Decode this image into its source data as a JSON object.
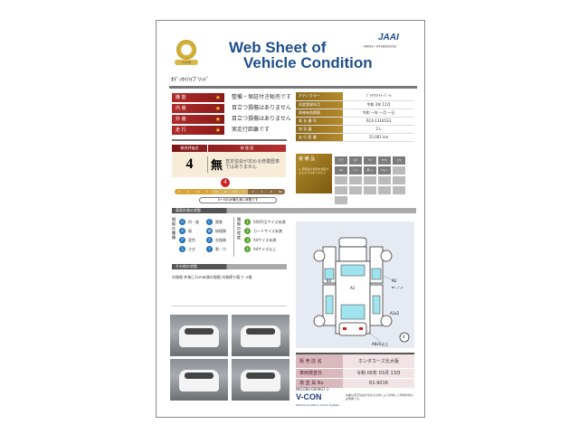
{
  "header": {
    "title_line1": "Web Sheet of",
    "title_line2": "Vehicle Condition",
    "logo_text": "V-CON",
    "jaai_logo": "JAAI",
    "jaai_sub": "一般財団法人 日本自動車査定協会"
  },
  "vehicle_name": "ｵﾃﾞｯｾｲﾊｲﾌﾞﾘｯﾄﾞ",
  "ratings": [
    {
      "label": "機 能",
      "text": "整備・保証付き販売です"
    },
    {
      "label": "内 装",
      "text": "目立つ損傷はありません"
    },
    {
      "label": "外 装",
      "text": "目立つ損傷はありません"
    },
    {
      "label": "走 行",
      "text": "実走行距離です"
    }
  ],
  "specs": [
    {
      "key": "ボディカラー",
      "value": "ﾌﾟﾗﾁﾅﾎﾜｲﾄ･ﾊﾟｰﾙ"
    },
    {
      "key": "初度登録年月",
      "value": "令和 3年 11月"
    },
    {
      "key": "車検有効期限",
      "value": "令和 一年 一月 一日"
    },
    {
      "key": "車 台 番 号",
      "value": "RC4-1316533"
    },
    {
      "key": "排 気 量",
      "value": "2 L"
    },
    {
      "key": "走 行 距 離",
      "value": "15,081 km"
    }
  ],
  "score": {
    "header_total": "総合評価点",
    "header_repair": "修 復 歴",
    "total": "4",
    "repair": "無",
    "repair_text": "査定協会が定める修復歴車ではありません",
    "scale": [
      "S",
      "6",
      "5.5",
      "5",
      "4.5",
      "4",
      "3.5",
      "3",
      "2",
      "1",
      "R",
      "RA"
    ],
    "selected": "4",
    "note": "S～3(S)が最も良い状態です"
  },
  "equipment": {
    "title": "装 備 品",
    "note": "※ 装備品の状態を保証するものではありません",
    "items": [
      "ナビ",
      "ｶﾒﾗ",
      "TV",
      "ETC",
      "ｴｱﾛ",
      "ｱﾙﾐ",
      "ﾊﾟﾜｰ",
      "革ｼｰﾄ",
      "ｻﾝﾙｰﾌ"
    ]
  },
  "damage_key": {
    "title": "車両外装の状態",
    "type_label": "損傷の種類",
    "size_label": "損傷の程度",
    "types": [
      {
        "code": "U",
        "label": "凹・曲"
      },
      {
        "code": "C",
        "label": "腐食"
      },
      {
        "code": "A",
        "label": "傷"
      },
      {
        "code": "W",
        "label": "修理跡"
      },
      {
        "code": "P",
        "label": "変色"
      },
      {
        "code": "X",
        "label": "交換跡"
      },
      {
        "code": "S",
        "label": "さび"
      },
      {
        "code": "Y",
        "label": "割・穴"
      }
    ],
    "sizes": [
      {
        "code": "1",
        "label": "500円玉サイズ未満"
      },
      {
        "code": "2",
        "label": "カードサイズ未満"
      },
      {
        "code": "3",
        "label": "A4サイズ未満"
      },
      {
        "code": "4",
        "label": "A4サイズ以上"
      }
    ]
  },
  "other": {
    "title": "その他の状態",
    "text": "内装傷 外装に1cm未満の傷痕 内装擦り傷 ｶﾞｰﾙ傷"
  },
  "diagram": {
    "labels": [
      "A1",
      "B1",
      "A1x2",
      "A0x5以上",
      "X",
      "A1",
      "Bﾍﾟｰｼﾞｮﾝ"
    ]
  },
  "dealer": [
    {
      "key": "販 売 店 名",
      "value": "ホンダカーズ北大阪"
    },
    {
      "key": "車両検査日",
      "value": "令和 06年 03月 13日"
    },
    {
      "key": "検 査 員 No",
      "value": "61-9016"
    }
  ],
  "footer": {
    "id": "N61060-000907-1",
    "brand": "V-CON",
    "sub": "Vehicle Condition Check System",
    "note": "本書は査定協会が定める基準により作成した車両状態の証明書です。"
  },
  "colors": {
    "title": "#1f4f8b",
    "red": "#9e2222",
    "gold": "#a8801f",
    "diagram_bg": "#e6ebf3"
  }
}
